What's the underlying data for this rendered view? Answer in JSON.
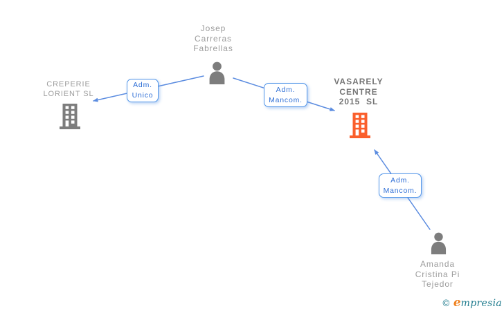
{
  "palette": {
    "edge_blue": "#5b8ce0",
    "label_border_blue": "#4f93e8",
    "label_text_blue": "#2f6fd6",
    "icon_gray": "#7d7d7d",
    "text_gray": "#9c9c9c",
    "highlight_text_gray": "#757575",
    "highlight_orange": "#fa5f2c",
    "brand_teal": "#1d7a8c",
    "brand_orange": "#ef8220"
  },
  "nodes": {
    "person_top": {
      "name": "Josep\nCarreras\nFabrellas",
      "type": "person"
    },
    "company_left": {
      "name": "CREPERIE\nLORIENT SL",
      "type": "company"
    },
    "company_main": {
      "name": "VASARELY\nCENTRE\n2015  SL",
      "type": "company-highlighted"
    },
    "person_bottom": {
      "name": "Amanda\nCristina Pi\nTejedor",
      "type": "person"
    }
  },
  "edges": [
    {
      "label": "Adm.\nUnico",
      "from": "person_top",
      "to": "company_left"
    },
    {
      "label": "Adm.\nMancom.",
      "from": "person_top",
      "to": "company_main"
    },
    {
      "label": "Adm.\nMancom.",
      "from": "person_bottom",
      "to": "company_main"
    }
  ],
  "watermark": {
    "copyright": "©",
    "brand_initial": "e",
    "brand_rest": "mpresia"
  }
}
